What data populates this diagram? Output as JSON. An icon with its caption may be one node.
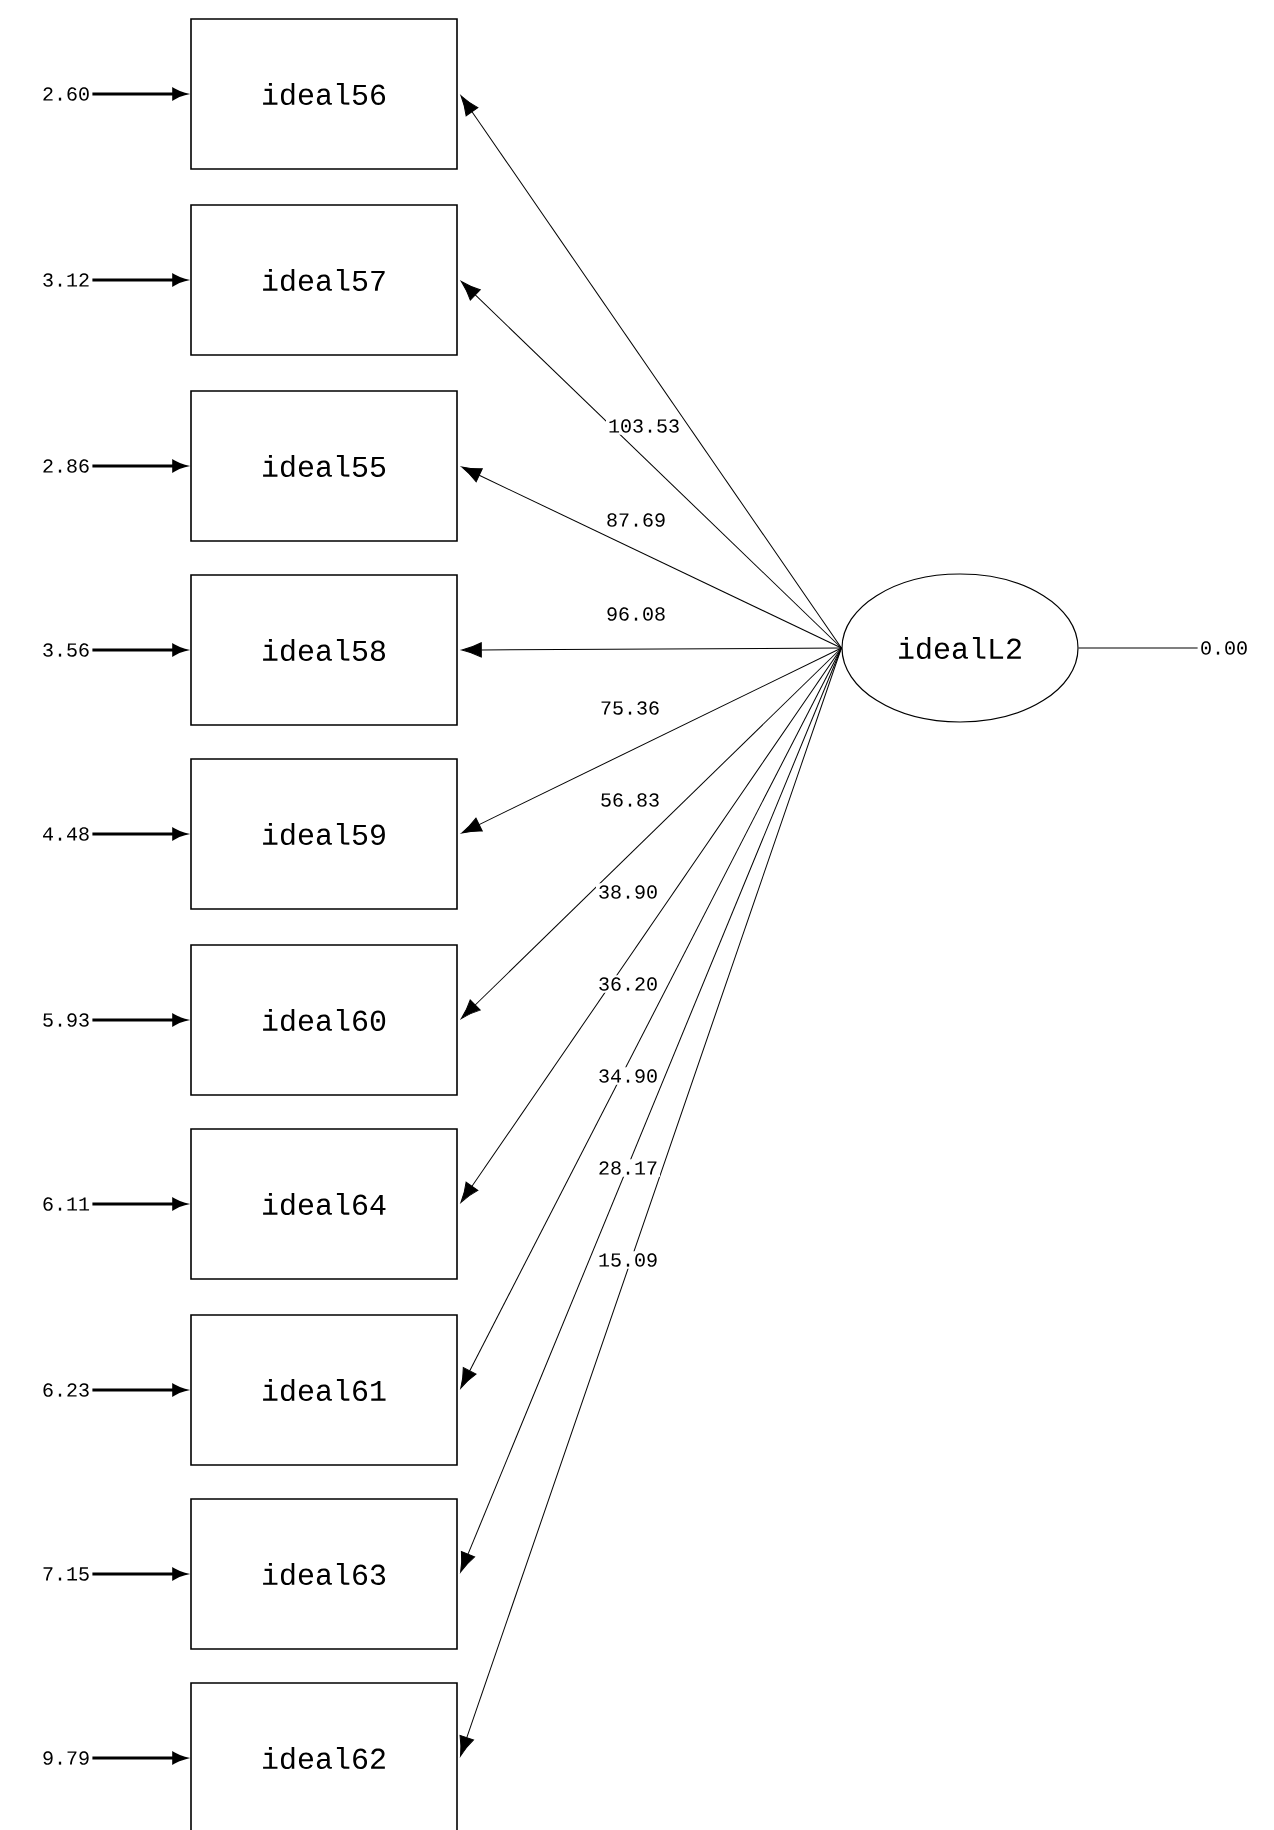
{
  "diagram": {
    "nodes": [
      {
        "text": [
          "ideal56"
        ]
      },
      {
        "text": [
          "ideal57"
        ]
      },
      {
        "text": [
          "ideal55"
        ]
      },
      {
        "text": [
          "ideal58"
        ]
      },
      {
        "text": [
          "ideal59"
        ]
      },
      {
        "text": [
          "ideal60"
        ]
      },
      {
        "text": [
          "ideal64"
        ]
      },
      {
        "text": [
          "ideal61"
        ]
      },
      {
        "text": [
          "ideal63"
        ]
      },
      {
        "text": [
          "ideal62"
        ]
      },
      {
        "text": [
          "idealL2"
        ]
      },
      {
        "text": [
          "2.60"
        ]
      },
      {
        "text": [
          "3.12"
        ]
      },
      {
        "text": [
          "2.86"
        ]
      },
      {
        "text": [
          "3.56"
        ]
      },
      {
        "text": [
          "4.48"
        ]
      },
      {
        "text": [
          "5.93"
        ]
      },
      {
        "text": [
          "6.11"
        ]
      },
      {
        "text": [
          "6.23"
        ]
      },
      {
        "text": [
          "7.15"
        ]
      },
      {
        "text": [
          "9.79"
        ]
      },
      {
        "text": [
          "0.00"
        ]
      }
    ],
    "edges": [
      {
        "from": 10,
        "to": 0,
        "arrow": "to",
        "label": "103.53"
      },
      {
        "from": 10,
        "to": 1,
        "arrow": "to",
        "label": "87.69"
      },
      {
        "from": 10,
        "to": 2,
        "arrow": "to",
        "label": "96.08"
      },
      {
        "from": 10,
        "to": 3,
        "arrow": "to",
        "label": "75.36"
      },
      {
        "from": 10,
        "to": 4,
        "arrow": "to",
        "label": "56.83"
      },
      {
        "from": 10,
        "to": 5,
        "arrow": "to",
        "label": "38.90"
      },
      {
        "from": 10,
        "to": 6,
        "arrow": "to",
        "label": "36.20"
      },
      {
        "from": 10,
        "to": 7,
        "arrow": "to",
        "label": "34.90"
      },
      {
        "from": 10,
        "to": 8,
        "arrow": "to",
        "label": "28.17"
      },
      {
        "from": 10,
        "to": 9,
        "arrow": "to",
        "label": "15.09"
      },
      {
        "from": 11,
        "to": 0,
        "arrow": "to"
      },
      {
        "from": 12,
        "to": 1,
        "arrow": "to"
      },
      {
        "from": 13,
        "to": 2,
        "arrow": "to"
      },
      {
        "from": 14,
        "to": 3,
        "arrow": "to"
      },
      {
        "from": 15,
        "to": 4,
        "arrow": "to"
      },
      {
        "from": 16,
        "to": 5,
        "arrow": "to"
      },
      {
        "from": 17,
        "to": 6,
        "arrow": "to"
      },
      {
        "from": 18,
        "to": 7,
        "arrow": "to"
      },
      {
        "from": 19,
        "to": 8,
        "arrow": "to"
      },
      {
        "from": 20,
        "to": 9,
        "arrow": "to"
      },
      {
        "from": 21,
        "to": 10,
        "arrow": "none"
      }
    ]
  }
}
